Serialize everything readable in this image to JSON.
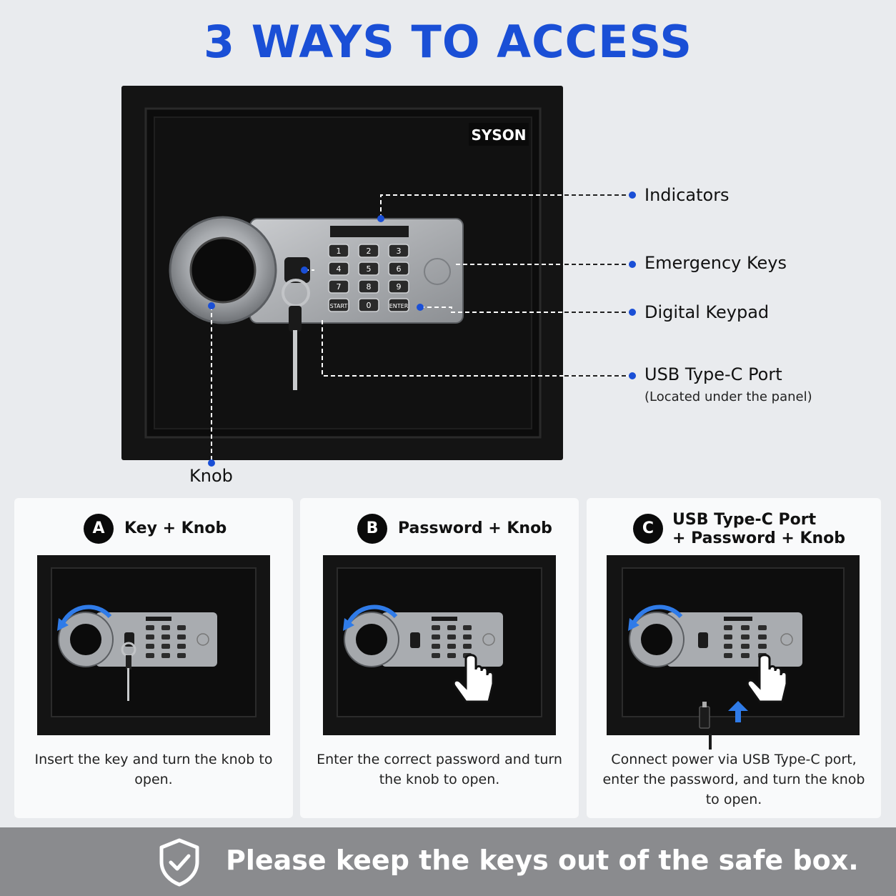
{
  "title": "3 WAYS TO ACCESS",
  "brand": "SYSON",
  "accent_color": "#1a4fd6",
  "callouts": {
    "indicators": "Indicators",
    "emergency_keys": "Emergency Keys",
    "digital_keypad": "Digital Keypad",
    "usb_port": "USB Type-C Port",
    "usb_port_note": "(Located under the panel)",
    "knob": "Knob"
  },
  "keypad_keys": [
    "1",
    "2",
    "3",
    "4",
    "5",
    "6",
    "7",
    "8",
    "9",
    "START",
    "0",
    "ENTER"
  ],
  "methods": [
    {
      "letter": "A",
      "title": "Key + Knob",
      "description": "Insert the key and turn the knob to open."
    },
    {
      "letter": "B",
      "title": "Password + Knob",
      "description": "Enter the correct password and turn the knob to open."
    },
    {
      "letter": "C",
      "title_line1": "USB Type-C Port",
      "title_line2": "+ Password + Knob",
      "description": "Connect power via USB Type-C port, enter the password, and turn the knob to open."
    }
  ],
  "footer": {
    "text": "Please keep the keys out of the safe box.",
    "icon": "shield-check-icon"
  }
}
